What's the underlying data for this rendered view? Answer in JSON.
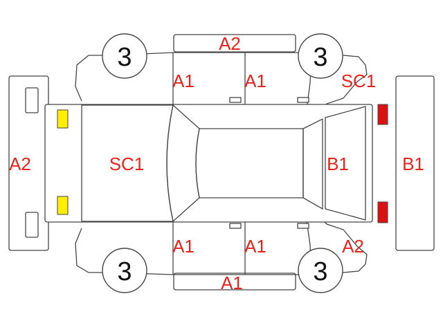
{
  "colors": {
    "damage_code": "#e8231c",
    "outline": "#444444",
    "headlamp": "#ffee00",
    "taillamp": "#dd1111"
  },
  "labels": {
    "roof_top": "A2",
    "front_door_left_upper": "A1",
    "rear_door_left_upper": "A1",
    "rear_quarter_left": "SC1",
    "front_bumper": "A2",
    "hood": "SC1",
    "trunk_lid": "B1",
    "rear_bumper": "B1",
    "front_door_right_lower": "A1",
    "rear_door_right_lower": "A1",
    "rear_quarter_right": "A2",
    "rocker_bottom": "A1"
  },
  "tires": {
    "front_left": "3",
    "rear_left": "3",
    "front_right": "3",
    "rear_right": "3"
  },
  "icons": {
    "headlamp": "headlamp-icon",
    "taillamp": "taillamp-icon"
  }
}
